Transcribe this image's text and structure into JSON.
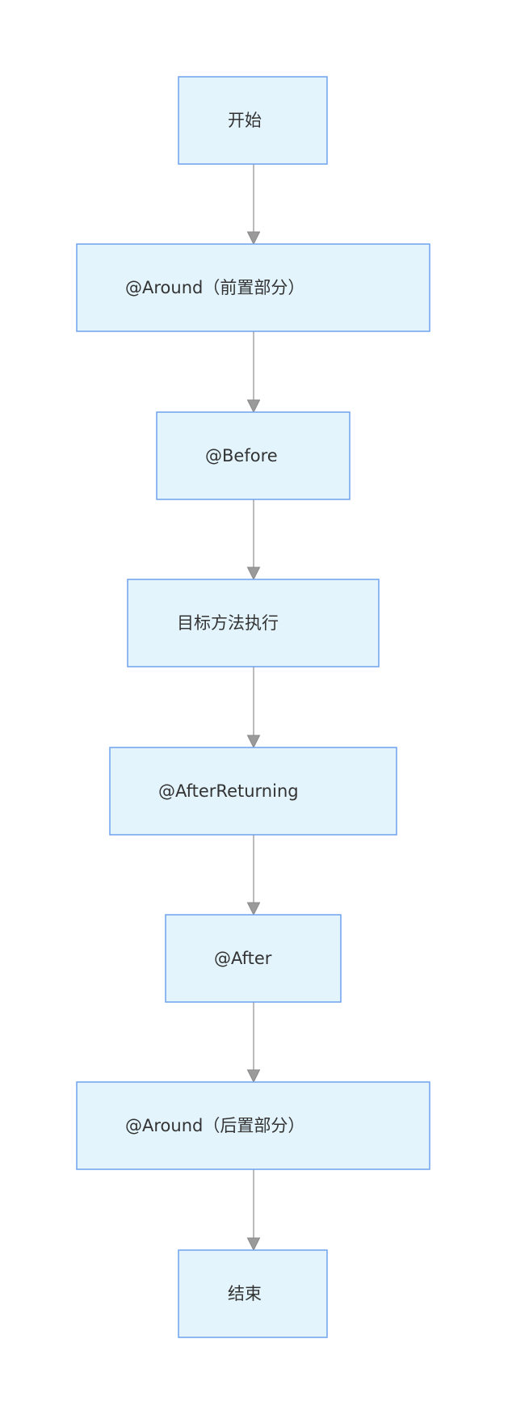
{
  "diagram": {
    "type": "flowchart",
    "direction": "top-to-bottom",
    "colors": {
      "node_fill": "#e3f4fc",
      "node_border": "#6fa2ee",
      "edge": "#aaaaaa",
      "arrowhead": "#9a9a9a",
      "label": "#333333"
    },
    "nodes": [
      {
        "id": "start",
        "label": "开始"
      },
      {
        "id": "around-pre",
        "label": "@Around（前置部分）"
      },
      {
        "id": "before",
        "label": "@Before"
      },
      {
        "id": "target",
        "label": "目标方法执行"
      },
      {
        "id": "after-returning",
        "label": "@AfterReturning"
      },
      {
        "id": "after",
        "label": "@After"
      },
      {
        "id": "around-post",
        "label": "@Around（后置部分）"
      },
      {
        "id": "end",
        "label": "结束"
      }
    ],
    "edges": [
      {
        "from": "start",
        "to": "around-pre"
      },
      {
        "from": "around-pre",
        "to": "before"
      },
      {
        "from": "before",
        "to": "target"
      },
      {
        "from": "target",
        "to": "after-returning"
      },
      {
        "from": "after-returning",
        "to": "after"
      },
      {
        "from": "after",
        "to": "around-post"
      },
      {
        "from": "around-post",
        "to": "end"
      }
    ]
  }
}
